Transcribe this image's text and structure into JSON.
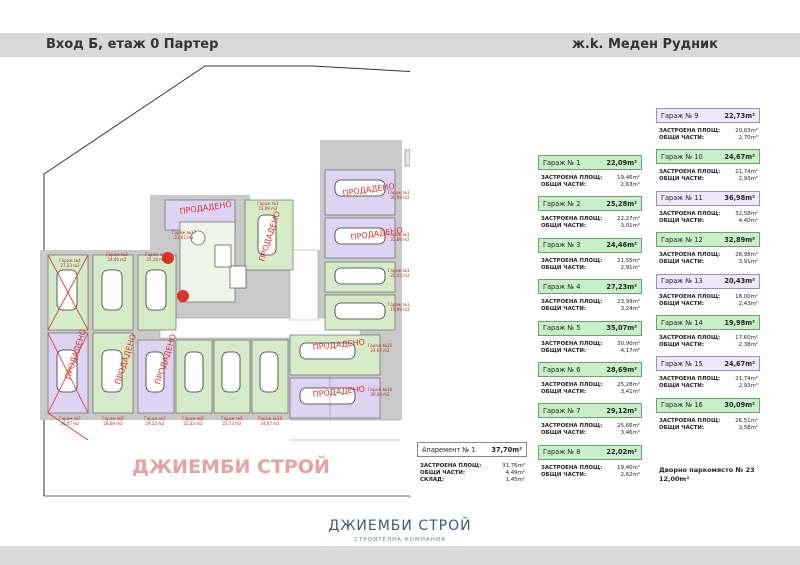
{
  "header": {
    "left_title": "Вход Б, етаж 0 Партер",
    "right_title": "ж.k. Меден Рудник"
  },
  "plan": {
    "sold_label": "ПРОДАДЕНО",
    "watermark": "ДЖИЕМБИ СТРОЙ",
    "spots": [
      {
        "label": "Гараж №4",
        "area": "27,23 m2"
      },
      {
        "label": "Гараж №3",
        "area": "24,46 m2"
      },
      {
        "label": "Гараж №2",
        "area": "25,28 m2"
      },
      {
        "label": "Гараж №5",
        "area": "35,07 m2"
      },
      {
        "label": "Гараж №6",
        "area": "28,69 m2"
      },
      {
        "label": "Гараж №7",
        "area": "29,12 m2"
      },
      {
        "label": "Гараж №8",
        "area": "22,02 m2"
      },
      {
        "label": "Гараж №9",
        "area": "22,73 m2"
      },
      {
        "label": "Гараж №10",
        "area": "24,67 m2"
      },
      {
        "label": "Гараж №1",
        "area": "22,09 m2"
      },
      {
        "label": "Гараж №16",
        "area": "30,09 m2"
      },
      {
        "label": "Гараж №15",
        "area": "24,67 m2"
      },
      {
        "label": "Гараж №14",
        "area": "19,98 m2"
      },
      {
        "label": "Гараж №13",
        "area": "20,43 m2"
      },
      {
        "label": "Гараж №12",
        "area": "32,89 m2"
      },
      {
        "label": "Гараж №11",
        "area": "36,98 m2"
      },
      {
        "label": "Гараж №17",
        "area": "22,02 m2"
      }
    ]
  },
  "garages_left": [
    {
      "name": "Гараж № 1",
      "area": "22,09m²",
      "built_label": "ЗАСТРОЕНА ПЛОЩ:",
      "built": "19,46m²",
      "common_label": "ОБЩИ ЧАСТИ:",
      "common": "2,63m²"
    },
    {
      "name": "Гараж № 2",
      "area": "25,28m²",
      "built_label": "ЗАСТРОЕНА ПЛОЩ:",
      "built": "22,27m²",
      "common_label": "ОБЩИ ЧАСТИ:",
      "common": "3,01m²"
    },
    {
      "name": "Гараж № 3",
      "area": "24,46m²",
      "built_label": "ЗАСТРОЕНА ПЛОЩ:",
      "built": "21,55m²",
      "common_label": "ОБЩИ ЧАСТИ:",
      "common": "2,91m²"
    },
    {
      "name": "Гараж № 4",
      "area": "27,23m²",
      "built_label": "ЗАСТРОЕНА ПЛОЩ:",
      "built": "23,99m²",
      "common_label": "ОБЩИ ЧАСТИ:",
      "common": "3,24m²"
    },
    {
      "name": "Гараж № 5",
      "area": "35,07m²",
      "built_label": "ЗАСТРОЕНА ПЛОЩ:",
      "built": "30,90m²",
      "common_label": "ОБЩИ ЧАСТИ:",
      "common": "4,17m²"
    },
    {
      "name": "Гараж № 6",
      "area": "28,69m²",
      "built_label": "ЗАСТРОЕНА ПЛОЩ:",
      "built": "25,28m²",
      "common_label": "ОБЩИ ЧАСТИ:",
      "common": "3,41m²"
    },
    {
      "name": "Гараж № 7",
      "area": "29,12m²",
      "built_label": "ЗАСТРОЕНА ПЛОЩ:",
      "built": "25,66m²",
      "common_label": "ОБЩИ ЧАСТИ:",
      "common": "3,46m²"
    },
    {
      "name": "Гараж № 8",
      "area": "22,02m²",
      "built_label": "ЗАСТРОЕНА ПЛОЩ:",
      "built": "19,40m²",
      "common_label": "ОБЩИ ЧАСТИ:",
      "common": "2,62m²"
    }
  ],
  "garages_right": [
    {
      "name": "Гараж № 9",
      "area": "22,73m²",
      "built_label": "ЗАСТРОЕНА ПЛОЩ:",
      "built": "20,03m²",
      "common_label": "ОБЩИ ЧАСТИ:",
      "common": "2,70m²",
      "sold": true
    },
    {
      "name": "Гараж № 10",
      "area": "24,67m²",
      "built_label": "ЗАСТРОЕНА ПЛОЩ:",
      "built": "21,74m²",
      "common_label": "ОБЩИ ЧАСТИ:",
      "common": "2,93m²",
      "sold": false
    },
    {
      "name": "Гараж № 11",
      "area": "36,98m²",
      "built_label": "ЗАСТРОЕНА ПЛОЩ:",
      "built": "32,58m²",
      "common_label": "ОБЩИ ЧАСТИ:",
      "common": "4,40m²",
      "sold": true
    },
    {
      "name": "Гараж № 12",
      "area": "32,89m²",
      "built_label": "ЗАСТРОЕНА ПЛОЩ:",
      "built": "28,98m²",
      "common_label": "ОБЩИ ЧАСТИ:",
      "common": "3,91m²",
      "sold": false
    },
    {
      "name": "Гараж № 13",
      "area": "20,43m²",
      "built_label": "ЗАСТРОЕНА ПЛОЩ:",
      "built": "18,00m²",
      "common_label": "ОБЩИ ЧАСТИ:",
      "common": "2,43m²",
      "sold": true
    },
    {
      "name": "Гараж № 14",
      "area": "19,98m²",
      "built_label": "ЗАСТРОЕНА ПЛОЩ:",
      "built": "17,60m²",
      "common_label": "ОБЩИ ЧАСТИ:",
      "common": "2,38m²",
      "sold": false
    },
    {
      "name": "Гараж № 15",
      "area": "24,67m²",
      "built_label": "ЗАСТРОЕНА ПЛОЩ:",
      "built": "21,74m²",
      "common_label": "ОБЩИ ЧАСТИ:",
      "common": "2,93m²",
      "sold": true
    },
    {
      "name": "Гараж № 16",
      "area": "30,09m²",
      "built_label": "ЗАСТРОЕНА ПЛОЩ:",
      "built": "26,51m²",
      "common_label": "ОБЩИ ЧАСТИ:",
      "common": "3,58m²",
      "sold": false
    }
  ],
  "apartment": {
    "name": "Апаремент № 1",
    "area": "37,70m²",
    "built_label": "ЗАСТРОЕНА ПЛОЩ:",
    "built": "31,76m²",
    "common_label": "ОБЩИ ЧАСТИ:",
    "common": "4,49m²",
    "storage_label": "СКЛАД:",
    "storage": "1,45m²"
  },
  "yard_parking": {
    "line1": "Дворно паркомясто № 23",
    "line2": "12,00m²"
  },
  "logo": {
    "name": "ДЖИЕМБИ СТРОЙ",
    "tagline": "СТРОИТЕЛНА КОМПАНИЯ"
  },
  "colors": {
    "header_bg": "#d9d9da",
    "green_bar": "#c9efc9",
    "purple_bar": "#efe8fb",
    "sold_red": "#d9342b",
    "plan_green": "#d6ecc9",
    "plan_purple": "#ddd3f2",
    "logo_blue": "#3f5a7a"
  }
}
